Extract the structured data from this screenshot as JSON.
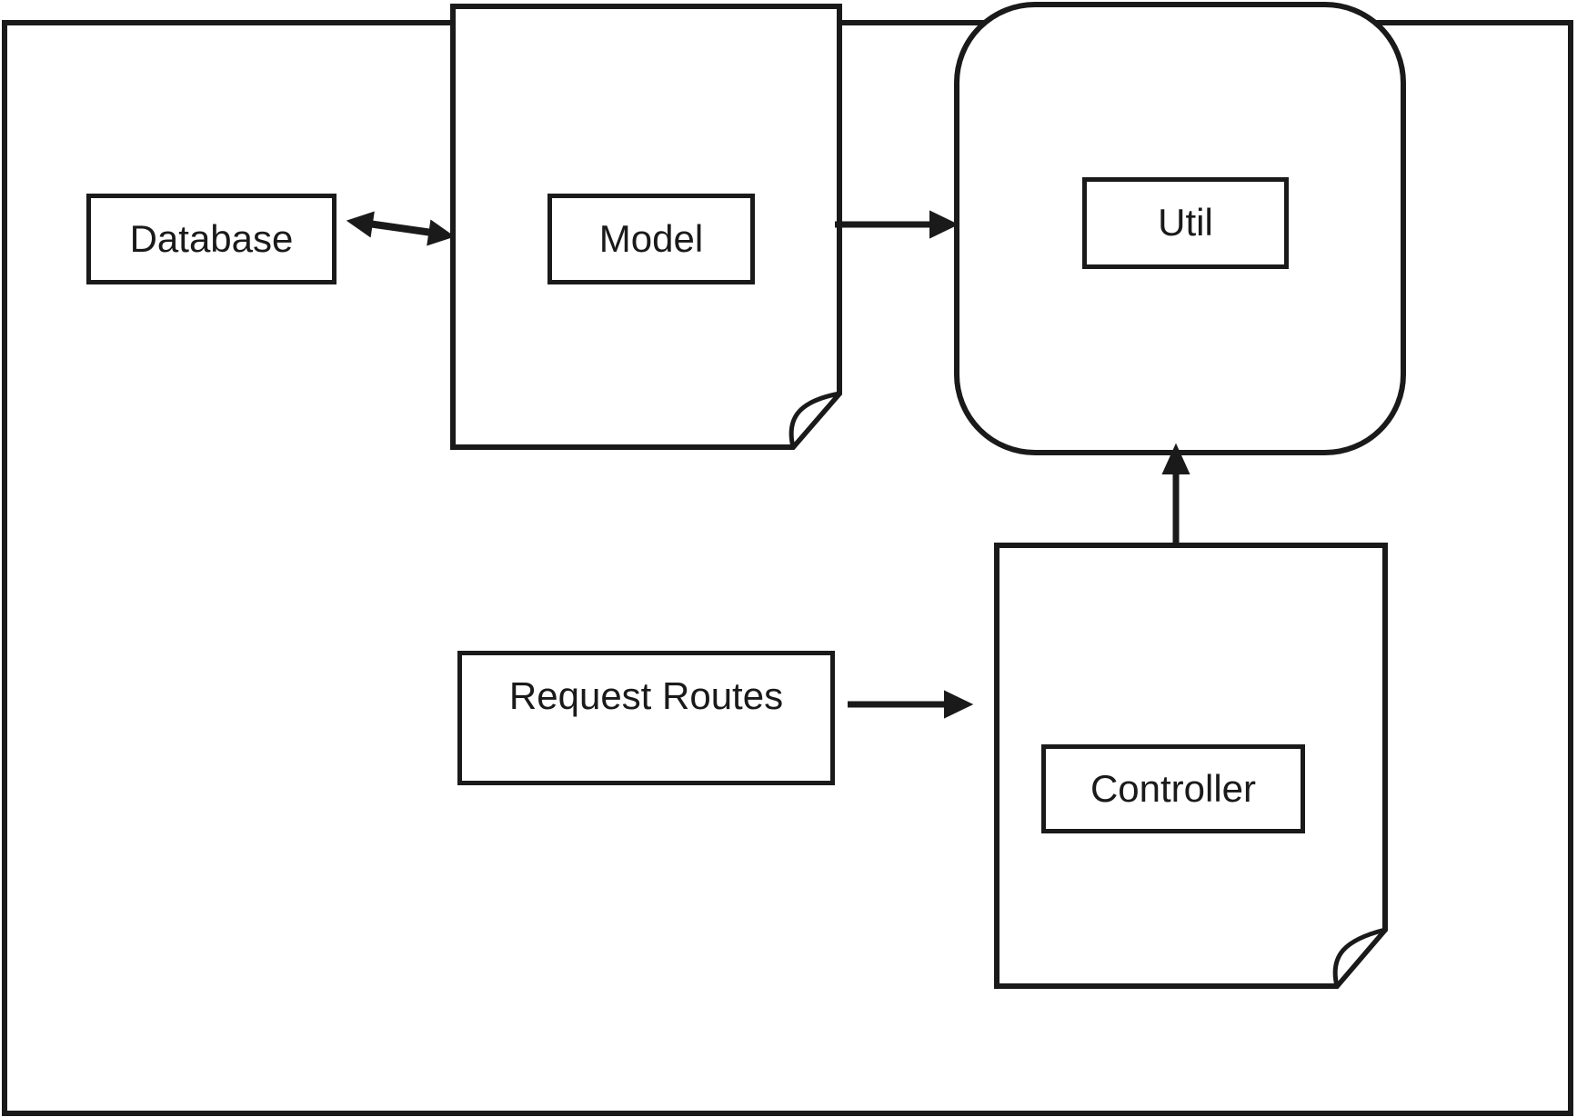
{
  "colors": {
    "stroke": "#1a1a1a",
    "background": "#ffffff",
    "text": "#1a1a1a"
  },
  "nodes": {
    "database": {
      "label": "Database",
      "shape": "rectangle"
    },
    "model": {
      "label": "Model",
      "shape": "document"
    },
    "util": {
      "label": "Util",
      "shape": "rounded-rectangle"
    },
    "request_routes": {
      "label": "Request Routes",
      "shape": "rectangle"
    },
    "controller": {
      "label": "Controller",
      "shape": "document"
    }
  },
  "edges": [
    {
      "from": "database",
      "to": "model",
      "type": "bidirectional-arrow"
    },
    {
      "from": "model",
      "to": "util",
      "type": "arrow"
    },
    {
      "from": "request_routes",
      "to": "controller",
      "type": "arrow"
    },
    {
      "from": "controller",
      "to": "util",
      "type": "arrow"
    }
  ]
}
